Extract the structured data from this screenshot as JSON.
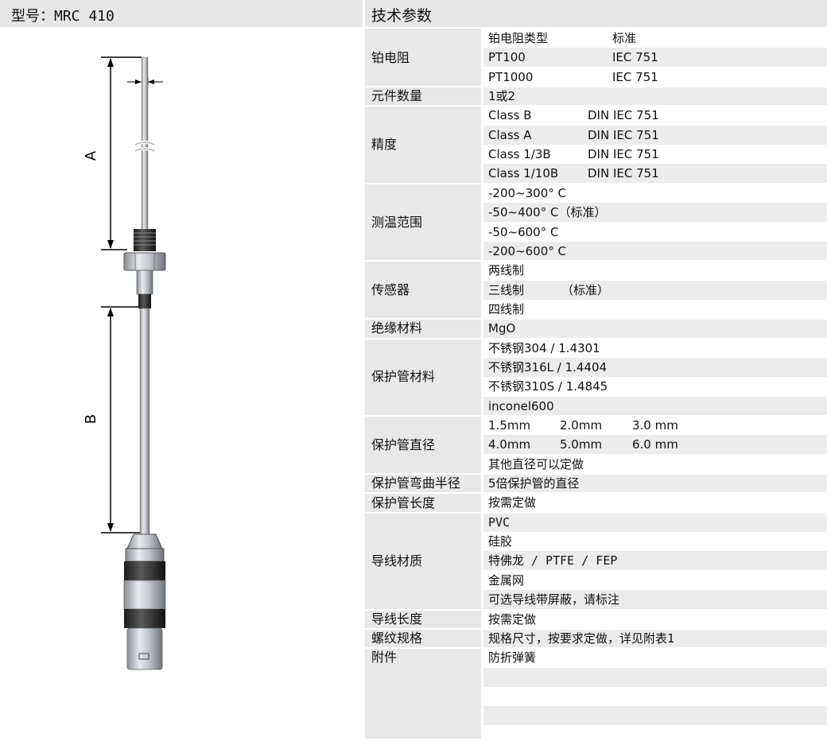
{
  "header": {
    "model": "型号：MRC 410",
    "spec_title": "技术参数"
  },
  "drawing": {
    "label_a": "A",
    "label_b": "B"
  },
  "specs": [
    {
      "label": "铂电阻",
      "lines": [
        [
          "铂电阻类型",
          "标准"
        ],
        [
          "PT100",
          "IEC 751"
        ],
        [
          "PT1000",
          "IEC 751"
        ]
      ]
    },
    {
      "label": "元件数量",
      "lines": [
        [
          "1或2"
        ]
      ]
    },
    {
      "label": "精度",
      "lines": [
        [
          "Class B",
          "DIN IEC 751"
        ],
        [
          "Class A",
          "DIN IEC 751"
        ],
        [
          "Class 1/3B",
          "DIN IEC 751"
        ],
        [
          "Class 1/10B",
          "DIN IEC 751"
        ]
      ]
    },
    {
      "label": "测温范围",
      "lines": [
        [
          "-200~300° C"
        ],
        [
          "-50~400° C（标准）"
        ],
        [
          "-50~600° C"
        ],
        [
          "-200~600° C"
        ]
      ]
    },
    {
      "label": "传感器",
      "lines": [
        [
          "两线制"
        ],
        [
          "三线制",
          "（标准）"
        ],
        [
          "四线制"
        ]
      ]
    },
    {
      "label": "绝缘材料",
      "lines": [
        [
          "MgO"
        ]
      ]
    },
    {
      "label": "保护管材料",
      "lines": [
        [
          "不锈钢304 / 1.4301"
        ],
        [
          "不锈钢316L / 1.4404"
        ],
        [
          "不锈钢310S / 1.4845"
        ],
        [
          "inconel600"
        ]
      ]
    },
    {
      "label": "保护管直径",
      "lines": [
        [
          "1.5mm",
          "2.0mm",
          "3.0 mm"
        ],
        [
          "4.0mm",
          "5.0mm",
          "6.0 mm"
        ],
        [
          "其他直径可以定做"
        ]
      ]
    },
    {
      "label": "保护管弯曲半径",
      "lines": [
        [
          "5倍保护管的直径"
        ]
      ]
    },
    {
      "label": "保护管长度",
      "lines": [
        [
          "按需定做"
        ]
      ]
    },
    {
      "label": "导线材质",
      "lines": [
        [
          "PVC"
        ],
        [
          "硅胶"
        ],
        [
          "特佛龙 / PTFE / FEP"
        ],
        [
          "金属网"
        ],
        [
          "可选导线带屏蔽，请标注"
        ]
      ]
    },
    {
      "label": "导线长度",
      "lines": [
        [
          "按需定做"
        ]
      ]
    },
    {
      "label": "螺纹规格",
      "lines": [
        [
          "规格尺寸，按要求定做，详见附表1"
        ]
      ]
    },
    {
      "label": "附件",
      "lines": [
        [
          "防折弹簧"
        ]
      ]
    }
  ]
}
